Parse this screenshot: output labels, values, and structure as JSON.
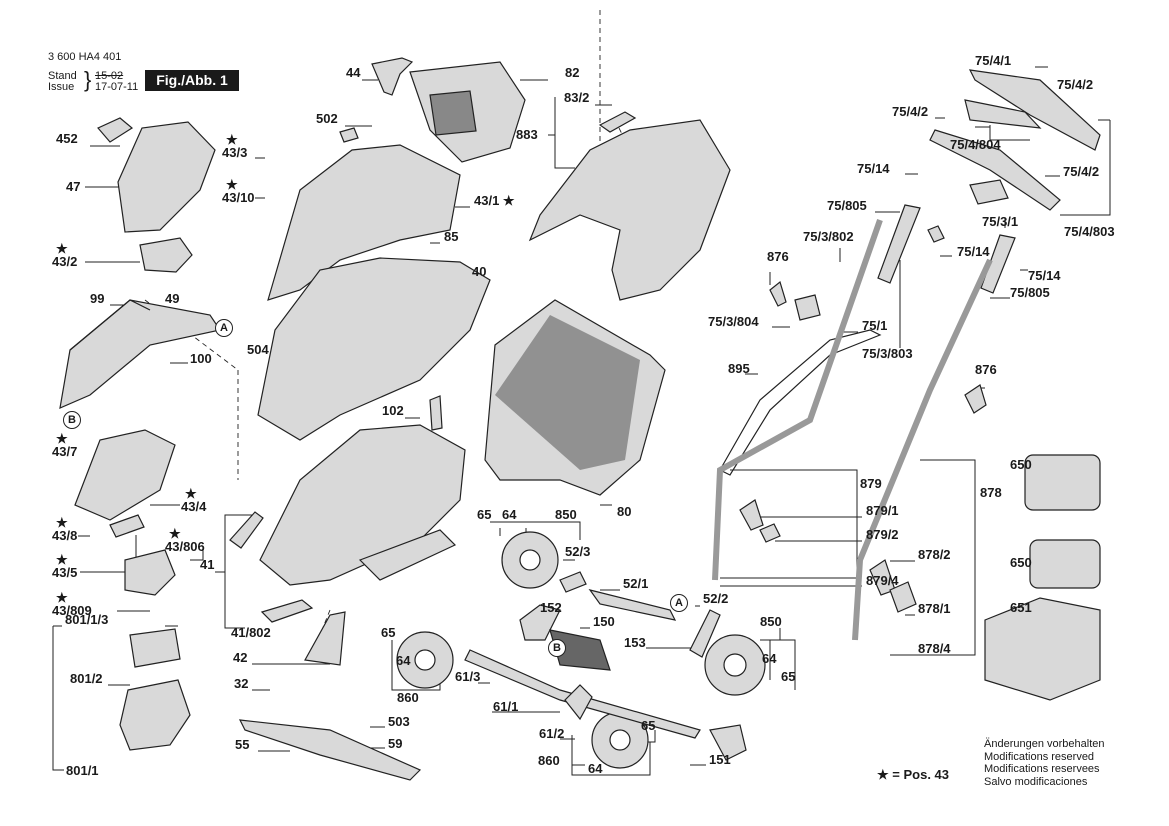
{
  "header": {
    "part_number": "3 600 HA4 401",
    "stand_label": "Stand",
    "issue_label": "Issue",
    "stand_value": "15-02",
    "issue_value": "17-07-11",
    "figure": "Fig./Abb. 1"
  },
  "callouts": [
    "44",
    "82",
    "83/2",
    "883",
    "452",
    "502",
    "43/3",
    "47",
    "43/10",
    "43/1 ★",
    "85",
    "43/2",
    "40",
    "49",
    "99",
    "504",
    "100",
    "102",
    "43/7",
    "43/4",
    "43/8",
    "43/806",
    "43/5",
    "41",
    "43/809",
    "801/1/3",
    "41/802",
    "42",
    "801/2",
    "32",
    "55",
    "503",
    "59",
    "801/1",
    "65",
    "64",
    "850",
    "80",
    "52/3",
    "52/1",
    "52/2",
    "152",
    "150",
    "153",
    "65",
    "64",
    "61/3",
    "61/1",
    "860",
    "61/2",
    "65",
    "860",
    "64",
    "151",
    "850",
    "64",
    "65",
    "75/4/1",
    "75/4/2",
    "75/4/2",
    "75/4/804",
    "75/14",
    "75/4/2",
    "75/805",
    "75/3/1",
    "75/4/803",
    "75/3/802",
    "75/14",
    "876",
    "75/14",
    "75/805",
    "75/3/804",
    "75/1",
    "75/3/803",
    "895",
    "876",
    "879",
    "878",
    "650",
    "879/1",
    "879/2",
    "650",
    "878/2",
    "879/4",
    "878/1",
    "651",
    "878/4"
  ],
  "markers": [
    "A",
    "B",
    "A",
    "B"
  ],
  "legend": "= Pos. 43",
  "notes": [
    "Änderungen vorbehalten",
    "Modifications reserved",
    "Modifications reservees",
    "Salvo modificaciones"
  ],
  "colors": {
    "ink": "#1a1a1a",
    "part_fill": "#d9d9d9",
    "grass_bag_mesh": "#555555"
  }
}
